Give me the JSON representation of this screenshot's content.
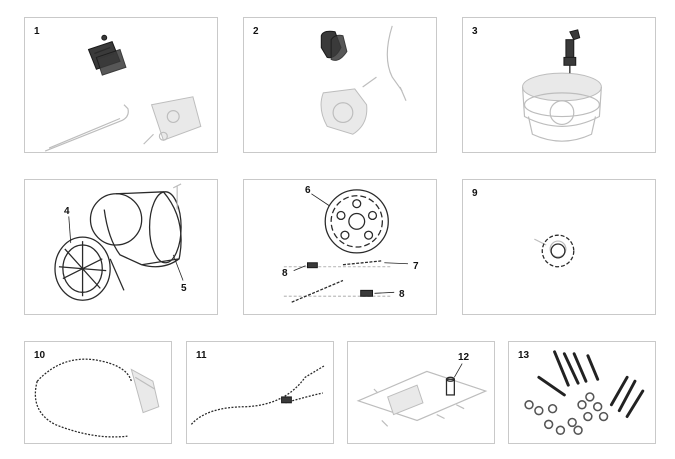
{
  "panels": [
    {
      "id": "p1",
      "label": "1",
      "part": "brake-pads-front"
    },
    {
      "id": "p2",
      "label": "2",
      "part": "brake-pads-rear"
    },
    {
      "id": "p3",
      "label": "3",
      "part": "spark-plug"
    },
    {
      "id": "p4",
      "label": "",
      "part": "rear-wheel-rim-and-tyre"
    },
    {
      "id": "p5",
      "label": "",
      "part": "chain-and-sprocket"
    },
    {
      "id": "p6",
      "label": "9",
      "part": "front-sprocket"
    },
    {
      "id": "p7",
      "label": "10",
      "part": "clutch-cable"
    },
    {
      "id": "p8",
      "label": "11",
      "part": "throttle-cable"
    },
    {
      "id": "p9",
      "label": "",
      "part": "bushing-kit"
    },
    {
      "id": "p10",
      "label": "13",
      "part": "bolt-kit"
    }
  ],
  "callouts": {
    "rim": "4",
    "tyre": "5",
    "sprocket": "6",
    "chain": "7",
    "chain_link_left": "8",
    "chain_link_right": "8",
    "bushing": "12"
  }
}
